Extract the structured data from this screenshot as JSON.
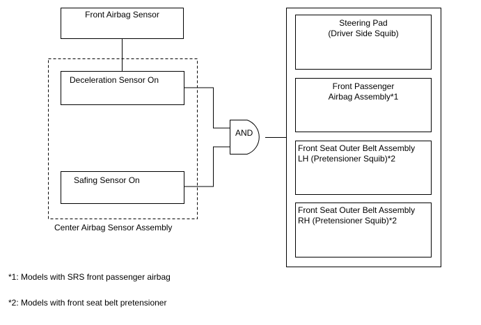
{
  "front_sensor": {
    "label": "Front Airbag Sensor"
  },
  "center_assembly": {
    "caption": "Center Airbag Sensor Assembly",
    "decel_sensor": "Deceleration Sensor On",
    "safing_sensor": "Safing Sensor On"
  },
  "gate": {
    "label": "AND"
  },
  "outputs": [
    {
      "line1": "Steering Pad",
      "line2": "(Driver Side Squib)"
    },
    {
      "line1": "Front Passenger",
      "line2": "Airbag Assembly*1"
    },
    {
      "line1": "Front Seat Outer Belt Assembly",
      "line2": "LH (Pretensioner Squib)*2"
    },
    {
      "line1": "Front Seat Outer Belt Assembly",
      "line2": "RH (Pretensioner Squib)*2"
    }
  ],
  "footnotes": [
    "*1: Models with SRS front passenger airbag",
    "*2: Models with front seat belt pretensioner"
  ]
}
